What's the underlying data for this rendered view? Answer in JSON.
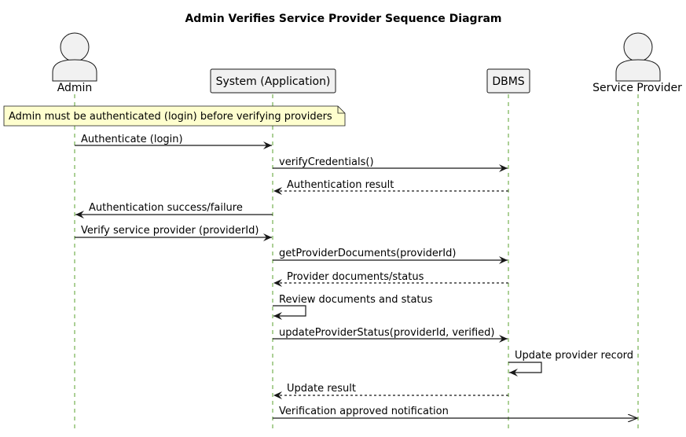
{
  "title": "Admin Verifies Service Provider Sequence Diagram",
  "participants": {
    "admin": "Admin",
    "system": "System (Application)",
    "dbms": "DBMS",
    "provider": "Service Provider"
  },
  "note": "Admin must be authenticated (login) before verifying providers",
  "messages": [
    {
      "text": "Authenticate (login)"
    },
    {
      "text": "verifyCredentials()"
    },
    {
      "text": "Authentication result"
    },
    {
      "text": "Authentication success/failure"
    },
    {
      "text": "Verify service provider (providerId)"
    },
    {
      "text": "getProviderDocuments(providerId)"
    },
    {
      "text": "Provider documents/status"
    },
    {
      "text": "Review documents and status"
    },
    {
      "text": "updateProviderStatus(providerId, verified)"
    },
    {
      "text": "Update provider record"
    },
    {
      "text": "Update result"
    },
    {
      "text": "Verification approved notification"
    }
  ],
  "colors": {
    "lifeline": "#5aa02c",
    "participant_fill": "#f1f1f1",
    "note_fill": "#fefece",
    "stroke": "#181818"
  }
}
